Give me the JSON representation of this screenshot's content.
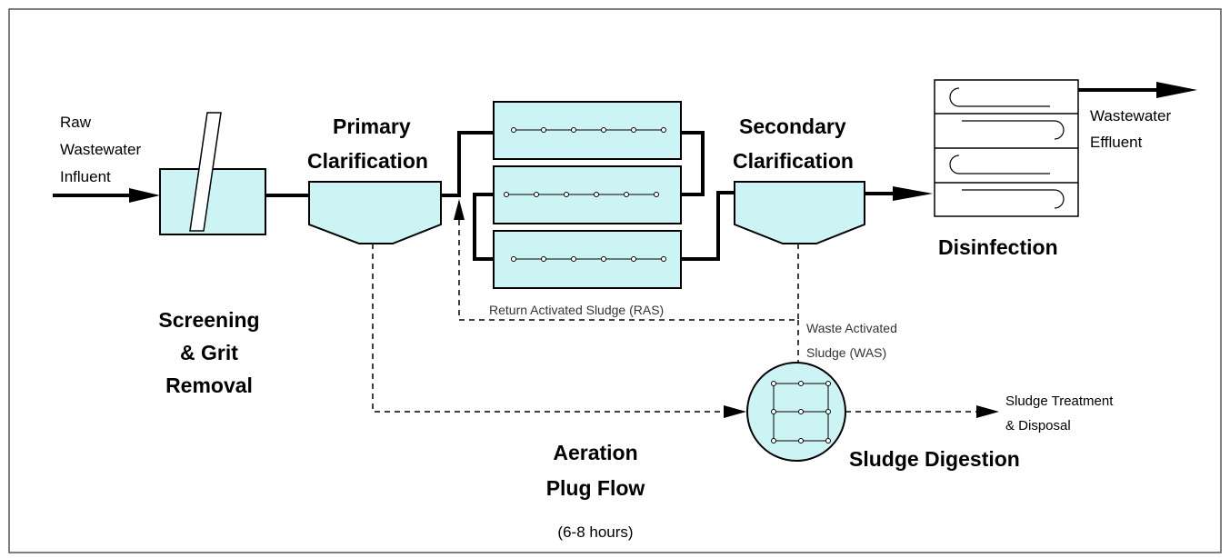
{
  "labels": {
    "raw_line1": "Raw",
    "raw_line2": "Wastewater",
    "raw_line3": "Influent",
    "primary_line1": "Primary",
    "primary_line2": "Clarification",
    "secondary_line1": "Secondary",
    "secondary_line2": "Clarification",
    "effluent_line1": "Wastewater",
    "effluent_line2": "Effluent",
    "disinfection": "Disinfection",
    "screening_line1": "Screening",
    "screening_line2": "& Grit",
    "screening_line3": "Removal",
    "ras": "Return Activated Sludge (RAS)",
    "was_line1": "Waste Activated",
    "was_line2": "Sludge (WAS)",
    "sludge_treatment_line1": "Sludge Treatment",
    "sludge_treatment_line2": "& Disposal",
    "sludge_digestion": "Sludge Digestion",
    "aeration_line1": "Aeration",
    "aeration_line2": "Plug Flow",
    "aeration_time": "(6-8 hours)"
  },
  "colors": {
    "tank_fill": "#cdf4f4",
    "line": "#000000",
    "background": "#ffffff"
  }
}
